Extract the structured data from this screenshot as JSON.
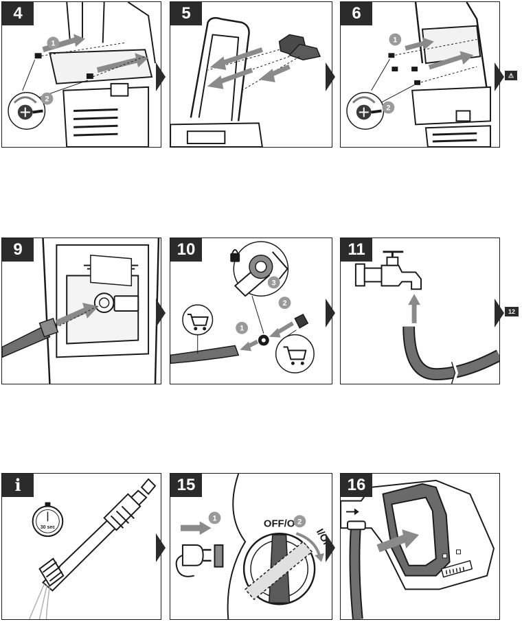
{
  "panels": [
    {
      "label": "4"
    },
    {
      "label": "5"
    },
    {
      "label": "6"
    },
    {
      "label": "9"
    },
    {
      "label": "10"
    },
    {
      "label": "11"
    },
    {
      "label": "i"
    },
    {
      "label": "15"
    },
    {
      "label": "16"
    }
  ],
  "steps": {
    "one": "1",
    "two": "2",
    "three": "3"
  },
  "tags": {
    "warning": "⚠",
    "next_step": "12"
  },
  "panel_i": {
    "timer_label": "30 sec"
  },
  "panel_15": {
    "off_label": "OFF/O",
    "on_label": "I/ON"
  },
  "colors": {
    "ink": "#1a1a1a",
    "badge": "#2b2b2b",
    "arrow_gray": "#8a8a8a",
    "step_circle": "#9a9a9a",
    "hose": "#6f6f6f"
  }
}
